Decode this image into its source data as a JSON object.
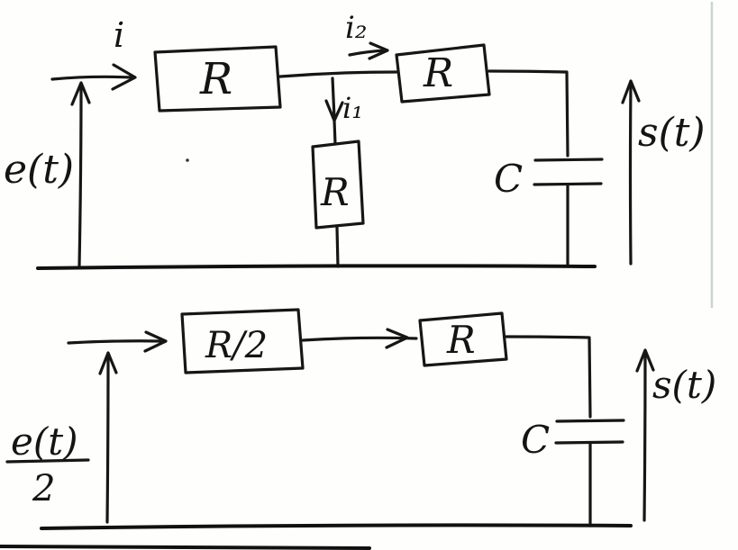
{
  "page": {
    "background": "#fefefc",
    "ink_color": "#161616",
    "description": "Two hand-drawn RC circuit diagrams"
  },
  "top_circuit": {
    "source_label": "e(t)",
    "current_main_label": "i",
    "current_branch2_label": "i₂",
    "current_branch1_label": "i₁",
    "resistor_series1_label": "R",
    "resistor_series2_label": "R",
    "resistor_shunt_label": "R",
    "capacitor_label": "C",
    "output_label": "s(t)"
  },
  "bottom_circuit": {
    "source_numerator": "e(t)",
    "source_denominator": "2",
    "resistor_series1_label": "R/2",
    "resistor_series2_label": "R",
    "capacitor_label": "C",
    "output_label": "s(t)"
  }
}
